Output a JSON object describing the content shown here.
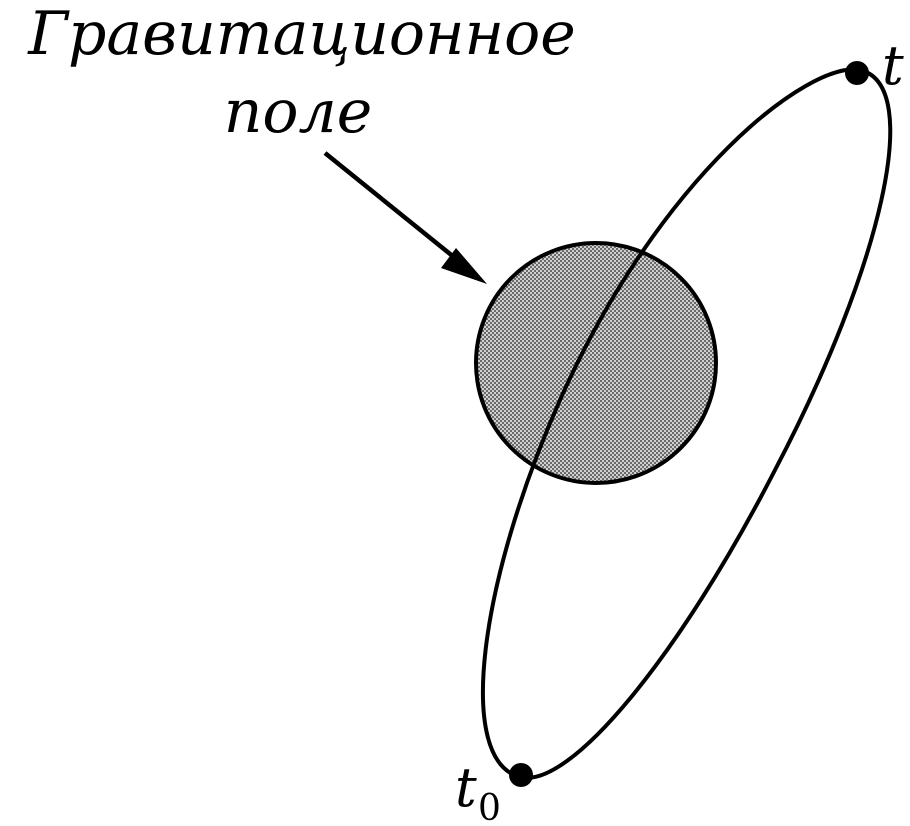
{
  "labels": {
    "line1": "Гравитационное",
    "line2": "поле",
    "point_end": "t",
    "point_start_base": "t",
    "point_start_sub": "0"
  },
  "colors": {
    "stroke": "#000000",
    "field_fill": "#b8b8b8",
    "background": "#ffffff"
  },
  "icons": {
    "field": "hatched-circle",
    "marker": "filled-dot",
    "pointer": "arrow"
  }
}
